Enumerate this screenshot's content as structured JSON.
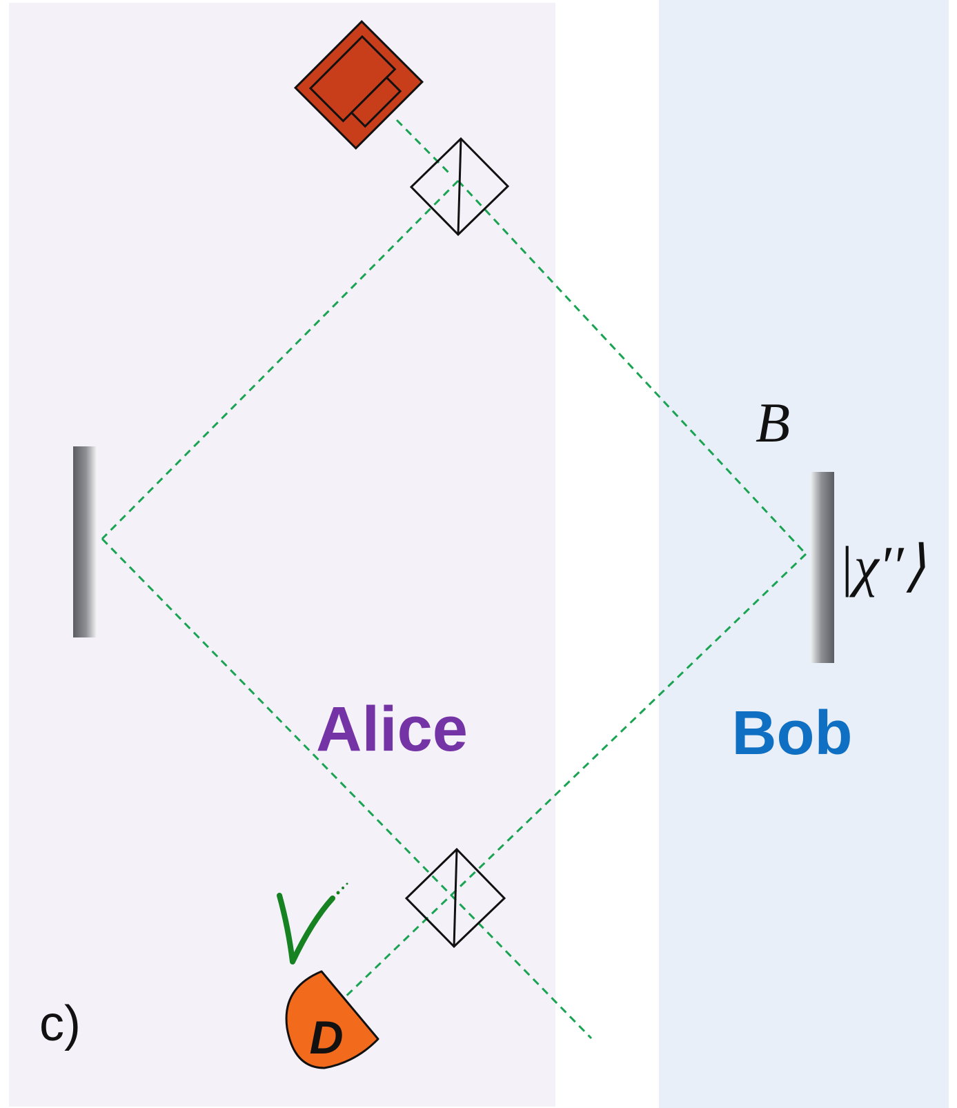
{
  "colors": {
    "alice_region": "#f5f1f9",
    "bob_region": "#e9eff8",
    "beam": "#1aa352",
    "source_fill": "#c83d1a",
    "detector_fill": "#f26a1b",
    "check": "#168221",
    "alice_text": "#7434a6",
    "bob_text": "#0e6fc3"
  },
  "icons": {
    "source": "laser-source-icon",
    "beam_splitter": "beam-splitter-icon",
    "mirror": "mirror-icon",
    "detector": "detector-icon",
    "check": "checkmark-icon"
  },
  "labels": {
    "alice": "Alice",
    "bob": "Bob",
    "mirror_b": "B",
    "state": "|χ′′⟩",
    "detector": "D",
    "panel": "c)"
  }
}
